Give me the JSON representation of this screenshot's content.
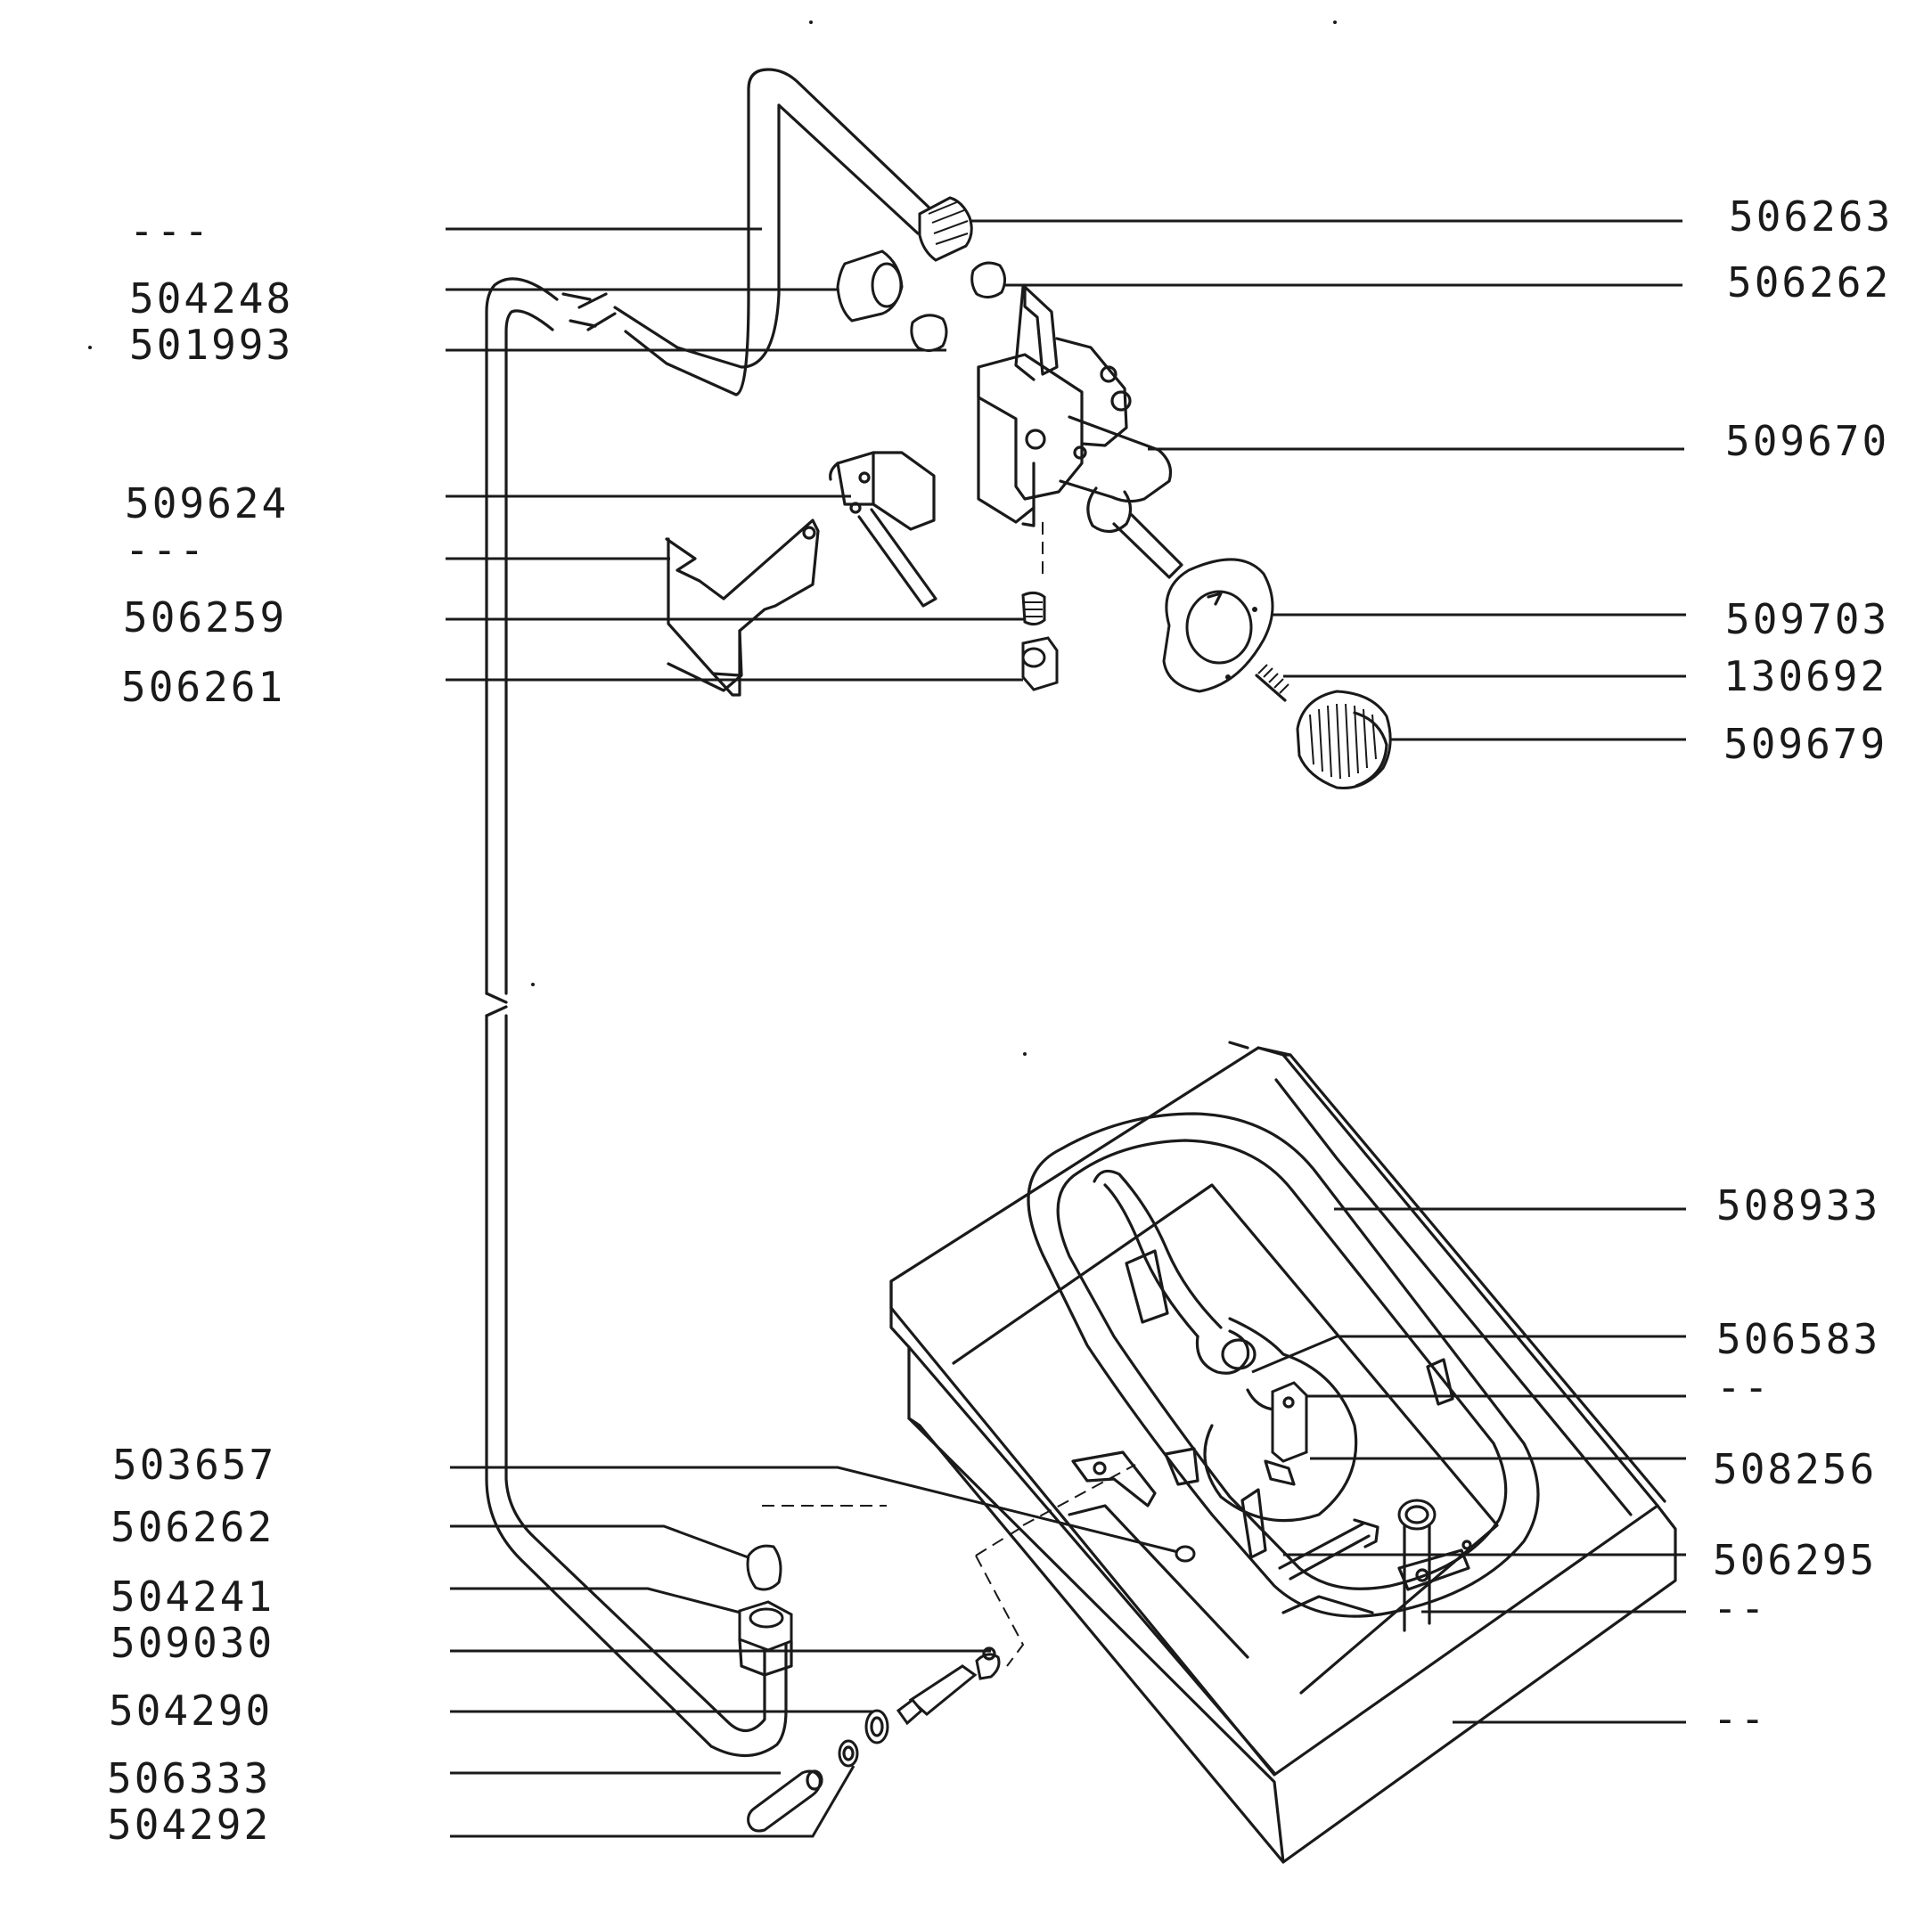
{
  "left_labels": [
    "---",
    "504248",
    "501993",
    "509624",
    "---",
    "506259",
    "506261",
    "503657",
    "506262",
    "504241",
    "509030",
    "504290",
    "506333",
    "504292"
  ],
  "right_labels": [
    "506263",
    "506262",
    "509670",
    "509703",
    "130692",
    "509679",
    "508933",
    "506583",
    "--",
    "508256",
    "506295",
    "--",
    "--"
  ]
}
